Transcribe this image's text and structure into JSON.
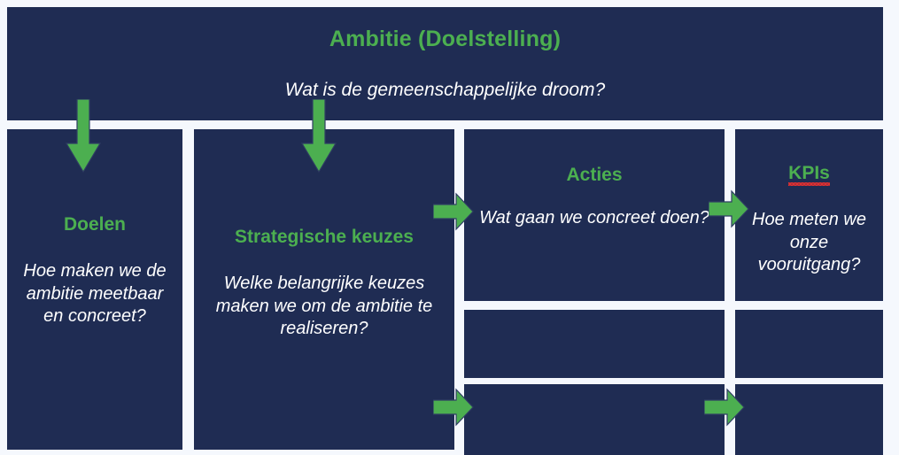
{
  "colors": {
    "panel_background": "#1f2c53",
    "page_background": "#f5f8fd",
    "accent_green": "#4caf50",
    "arrow_green": "#4caf50",
    "text_white": "#ffffff",
    "spellcheck_red": "#e03030"
  },
  "banner": {
    "title": "Ambitie (Doelstelling)",
    "question": "Wat is de gemeenschappelijke droom?"
  },
  "columns": [
    {
      "key": "doelen",
      "title": "Doelen",
      "question": "Hoe maken we de ambitie meetbaar en concreet?"
    },
    {
      "key": "keuzes",
      "title": "Strategische keuzes",
      "question": "Welke belangrijke keuzes maken we om de ambitie te realiseren?"
    },
    {
      "key": "acties",
      "title": "Acties",
      "question": "Wat gaan we concreet doen?"
    },
    {
      "key": "kpis",
      "title": "KPIs",
      "question": "Hoe meten we onze vooruitgang?",
      "spellcheck_flagged": true
    }
  ],
  "arrows": [
    {
      "name": "arrow-down-doelen",
      "direction": "down"
    },
    {
      "name": "arrow-down-keuzes",
      "direction": "down"
    },
    {
      "name": "arrow-right-keuzes-acties",
      "direction": "right"
    },
    {
      "name": "arrow-right-acties-kpis",
      "direction": "right"
    },
    {
      "name": "arrow-right-keuzes-acties-2",
      "direction": "right"
    },
    {
      "name": "arrow-right-acties-kpis-2",
      "direction": "right"
    }
  ],
  "empty_cells": [
    {
      "name": "acties-row2"
    },
    {
      "name": "acties-row3"
    },
    {
      "name": "kpis-row2"
    },
    {
      "name": "kpis-row3"
    }
  ]
}
